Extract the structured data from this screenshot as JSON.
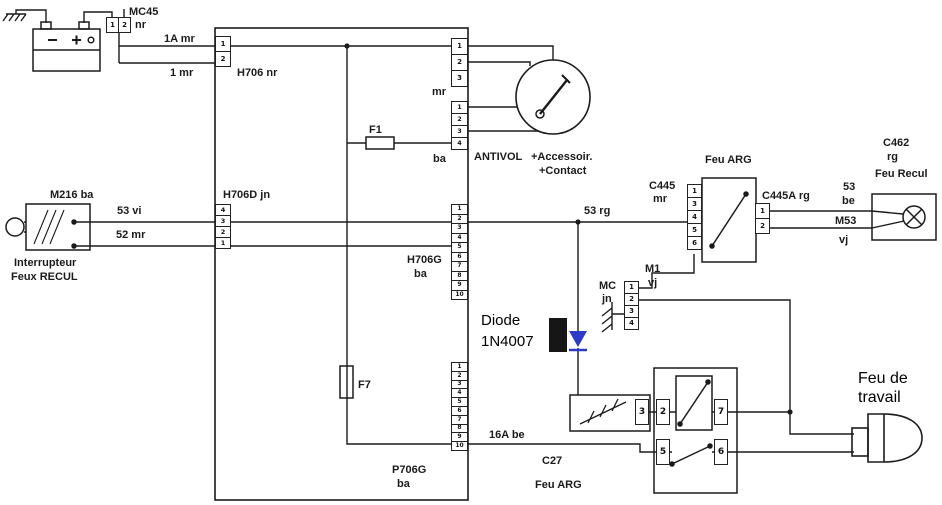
{
  "diagram": {
    "background": "#ffffff",
    "wire_color": "#1b1b1b",
    "diode_arrow_color": "#2b3cc9"
  },
  "labels": {
    "mc45": "MC45",
    "mc45_color": "nr",
    "wire_1a_mr": "1A mr",
    "wire_1_mr": "1 mr",
    "h706": "H706 nr",
    "mr_top": "mr",
    "f1": "F1",
    "ba_top": "ba",
    "antivol": "ANTIVOL",
    "accessoir": "+Accessoir.",
    "contact": "+Contact",
    "m216": "M216 ba",
    "wire_53_vi": "53 vi",
    "wire_52_mr": "52 mr",
    "h706d": "H706D jn",
    "interrupteur_line1": "Interrupteur",
    "interrupteur_line2": "Feux RECUL",
    "h706g": "H706G",
    "h706g_color": "ba",
    "f7": "F7",
    "wire_53_rg": "53 rg",
    "c445": "C445",
    "c445_color": "mr",
    "feu_arg_top": "Feu ARG",
    "c445a": "C445A rg",
    "wire_53_be_1": "53",
    "wire_53_be_2": "be",
    "c462": "C462",
    "c462_color": "rg",
    "feu_recul": "Feu Recul",
    "m53": "M53",
    "m53_color": "vj",
    "mc": "MC",
    "mc_color": "jn",
    "m1": "M1",
    "m1_color": "vj",
    "diode_line1": "Diode",
    "diode_line2": "1N4007",
    "wire_16a_be": "16A be",
    "c27": "C27",
    "feu_arg_bottom": "Feu ARG",
    "p706g": "P706G",
    "p706g_color": "ba",
    "feu_travail_line1": "Feu de",
    "feu_travail_line2": "travail"
  },
  "connectors": {
    "mc45": [
      "1",
      "2"
    ],
    "h706": [
      "1",
      "2"
    ],
    "antivol_top": [
      "1",
      "2",
      "3"
    ],
    "antivol_bottom": [
      "1",
      "2",
      "3",
      "4"
    ],
    "h706d": [
      "4",
      "3",
      "2",
      "1"
    ],
    "h706g": [
      "1",
      "2",
      "3",
      "4",
      "5",
      "6",
      "7",
      "8",
      "9",
      "10"
    ],
    "p706g": [
      "1",
      "2",
      "3",
      "4",
      "5",
      "6",
      "7",
      "8",
      "9",
      "10"
    ],
    "c445": [
      "1",
      "3",
      "4",
      "5",
      "6"
    ],
    "c445a": [
      "1",
      "2"
    ],
    "m1": [
      "1",
      "2",
      "3",
      "4"
    ],
    "relay": {
      "pin_a": "3",
      "pin_b": "2",
      "pin_c": "7",
      "pin_d": "5",
      "pin_e": "6"
    }
  }
}
